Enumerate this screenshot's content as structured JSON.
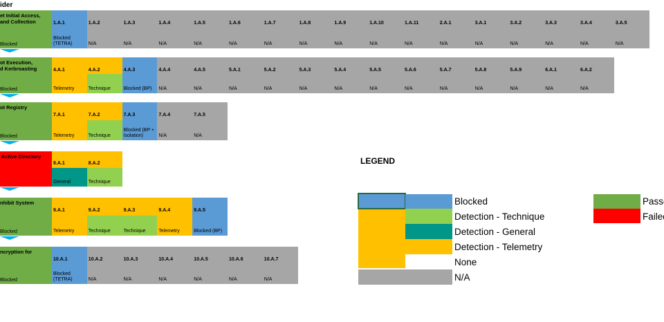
{
  "heading": "ider",
  "colors": {
    "Blocked": "#5b9bd5",
    "Technique": "#92d050",
    "General": "#009688",
    "Telemetry": "#ffc000",
    "None": "#ffffff",
    "N/A": "#a6a6a6",
    "Passed": "#70ad47",
    "Failed": "#ff0000"
  },
  "rows": [
    {
      "label": "et Initial Access,\nand Collection",
      "label_color": "Passed",
      "status": "Blocked",
      "steps": [
        [
          "1.A.1",
          "Blocked (TETRA)",
          "Blocked"
        ],
        [
          "1.A.2",
          "N/A",
          "N/A"
        ],
        [
          "1.A.3",
          "N/A",
          "N/A"
        ],
        [
          "1.A.4",
          "N/A",
          "N/A"
        ],
        [
          "1.A.5",
          "N/A",
          "N/A"
        ],
        [
          "1.A.6",
          "N/A",
          "N/A"
        ],
        [
          "1.A.7",
          "N/A",
          "N/A"
        ],
        [
          "1.A.8",
          "N/A",
          "N/A"
        ],
        [
          "1.A.9",
          "N/A",
          "N/A"
        ],
        [
          "1.A.10",
          "N/A",
          "N/A"
        ],
        [
          "1.A.11",
          "N/A",
          "N/A"
        ],
        [
          "2.A.1",
          "N/A",
          "N/A"
        ],
        [
          "3.A.1",
          "N/A",
          "N/A"
        ],
        [
          "3.A.2",
          "N/A",
          "N/A"
        ],
        [
          "3.A.3",
          "N/A",
          "N/A"
        ],
        [
          "3.A.4",
          "N/A",
          "N/A"
        ],
        [
          "3.A.5",
          "N/A",
          "N/A"
        ]
      ]
    },
    {
      "label": "ot Execution,\nd Kerbroasting",
      "label_color": "Passed",
      "status": "Blocked",
      "steps": [
        [
          "4.A.1",
          "Telemetry",
          "Telemetry"
        ],
        [
          "4.A.2",
          "Technique",
          "Technique"
        ],
        [
          "4.A.3",
          "Blocked (BP)",
          "Blocked"
        ],
        [
          "4.A.4",
          "N/A",
          "N/A"
        ],
        [
          "4.A.5",
          "N/A",
          "N/A"
        ],
        [
          "5.A.1",
          "N/A",
          "N/A"
        ],
        [
          "5.A.2",
          "N/A",
          "N/A"
        ],
        [
          "5.A.3",
          "N/A",
          "N/A"
        ],
        [
          "5.A.4",
          "N/A",
          "N/A"
        ],
        [
          "5.A.5",
          "N/A",
          "N/A"
        ],
        [
          "5.A.6",
          "N/A",
          "N/A"
        ],
        [
          "5.A.7",
          "N/A",
          "N/A"
        ],
        [
          "5.A.8",
          "N/A",
          "N/A"
        ],
        [
          "5.A.9",
          "N/A",
          "N/A"
        ],
        [
          "6.A.1",
          "N/A",
          "N/A"
        ],
        [
          "6.A.2",
          "N/A",
          "N/A"
        ]
      ]
    },
    {
      "label": "ot Registry",
      "label_color": "Passed",
      "status": "Blocked",
      "steps": [
        [
          "7.A.1",
          "Telemetry",
          "Telemetry"
        ],
        [
          "7.A.2",
          "Technique",
          "Technique"
        ],
        [
          "7.A.3",
          "Blocked (BP + Isolation)",
          "Blocked"
        ],
        [
          "7.A.4",
          "N/A",
          "N/A"
        ],
        [
          "7.A.5",
          "N/A",
          "N/A"
        ]
      ]
    },
    {
      "label": " Active Directory",
      "label_color": "Failed",
      "status": "",
      "steps": [
        [
          "8.A.1",
          "General",
          "General"
        ],
        [
          "8.A.2",
          "Technique",
          "Technique"
        ]
      ]
    },
    {
      "label": "nhibit System",
      "label_color": "Passed",
      "status": "Blocked",
      "steps": [
        [
          "9.A.1",
          "Telemetry",
          "Telemetry"
        ],
        [
          "9.A.2",
          "Technique",
          "Technique"
        ],
        [
          "9.A.3",
          "Technique",
          "Technique"
        ],
        [
          "9.A.4",
          "Telemetry",
          "Telemetry"
        ],
        [
          "9.A.5",
          "Blocked (BP)",
          "Blocked"
        ]
      ]
    },
    {
      "label": "ncryption for",
      "label_color": "Passed",
      "status": "Blocked",
      "steps": [
        [
          "10.A.1",
          "Blocked (TETRA)",
          "Blocked"
        ],
        [
          "10.A.2",
          "N/A",
          "N/A"
        ],
        [
          "10.A.3",
          "N/A",
          "N/A"
        ],
        [
          "10.A.4",
          "N/A",
          "N/A"
        ],
        [
          "10.A.5",
          "N/A",
          "N/A"
        ],
        [
          "10.A.6",
          "N/A",
          "N/A"
        ],
        [
          "10.A.7",
          "N/A",
          "N/A"
        ]
      ]
    }
  ],
  "legend": {
    "title": "LEGEND",
    "items": [
      "Blocked",
      "Detection - Technique",
      "Detection - General",
      "Detection - Telemetry",
      "None",
      "N/A"
    ],
    "outcomes": [
      "Passed",
      "Failed"
    ]
  }
}
